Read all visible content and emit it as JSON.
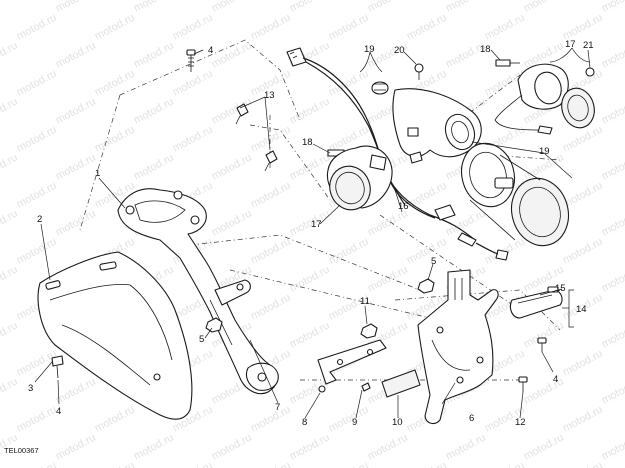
{
  "drawing_ref": "TEL00367",
  "watermark": "motod.ru",
  "callouts": [
    "1",
    "2",
    "3",
    "4",
    "4",
    "4",
    "5",
    "5",
    "6",
    "7",
    "8",
    "9",
    "10",
    "11",
    "12",
    "13",
    "14",
    "15",
    "16",
    "17",
    "17",
    "18",
    "18",
    "19",
    "19",
    "20",
    "21"
  ]
}
